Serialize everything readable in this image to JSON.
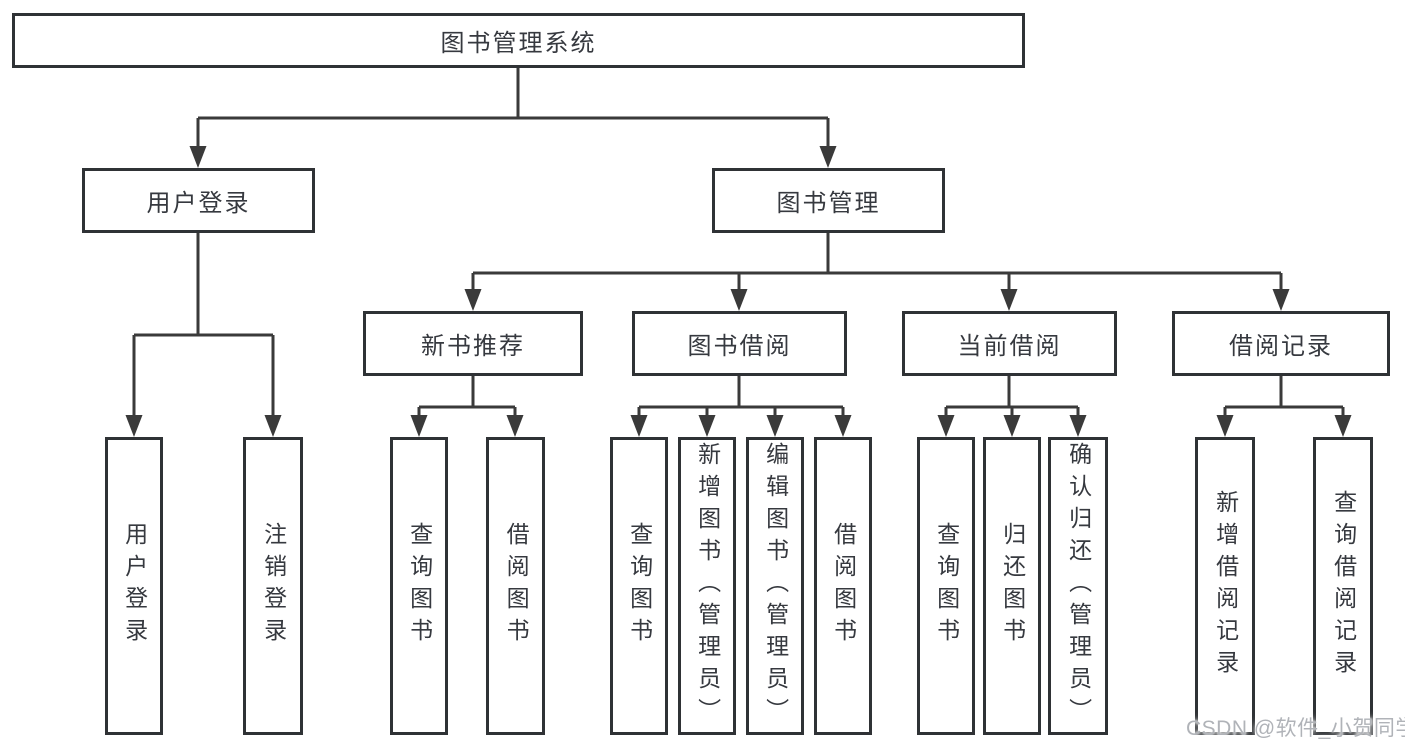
{
  "tree": {
    "label": "图书管理系统",
    "children": [
      {
        "label": "用户登录",
        "children": [
          {
            "label": "用户登录"
          },
          {
            "label": "注销登录"
          }
        ]
      },
      {
        "label": "图书管理",
        "children": [
          {
            "label": "新书推荐",
            "children": [
              {
                "label": "查询图书"
              },
              {
                "label": "借阅图书"
              }
            ]
          },
          {
            "label": "图书借阅",
            "children": [
              {
                "label": "查询图书"
              },
              {
                "label": "新增图书（管理员）"
              },
              {
                "label": "编辑图书（管理员）"
              },
              {
                "label": "借阅图书"
              }
            ]
          },
          {
            "label": "当前借阅",
            "children": [
              {
                "label": "查询图书"
              },
              {
                "label": "归还图书"
              },
              {
                "label": "确认归还（管理员）"
              }
            ]
          },
          {
            "label": "借阅记录",
            "children": [
              {
                "label": "新增借阅记录"
              },
              {
                "label": "查询借阅记录"
              }
            ]
          }
        ]
      }
    ]
  },
  "watermark": {
    "text": "CSDN @软件_小贺同学"
  },
  "colors": {
    "line": "#3a3a3a",
    "box_border": "#2f3235",
    "text": "#36393f",
    "watermark": "#b0b3b8",
    "background": "#ffffff"
  }
}
